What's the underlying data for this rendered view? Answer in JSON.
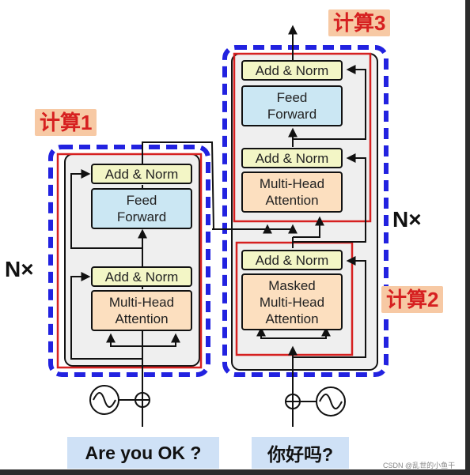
{
  "labels": {
    "calc1": "计算1",
    "calc2": "计算2",
    "calc3": "计算3"
  },
  "nx": {
    "left": "N×",
    "right": "N×"
  },
  "encoder": {
    "add_norm_top": "Add & Norm",
    "feed_forward": "Feed\nForward",
    "add_norm_bottom": "Add & Norm",
    "multi_head": "Multi-Head\nAttention"
  },
  "decoder": {
    "add_norm_top": "Add & Norm",
    "feed_forward": "Feed\nForward",
    "add_norm_mid": "Add & Norm",
    "multi_head": "Multi-Head\nAttention",
    "add_norm_bottom": "Add & Norm",
    "masked_multi_head": "Masked\nMulti-Head\nAttention"
  },
  "inputs": {
    "encoder": "Are you OK ?",
    "decoder": "你好吗?"
  },
  "watermark": "CSDN @乱世的小鱼干",
  "colors": {
    "red": "#d62020",
    "blue_dash": "#2222e0",
    "label_bg": "#f7c9a4"
  }
}
